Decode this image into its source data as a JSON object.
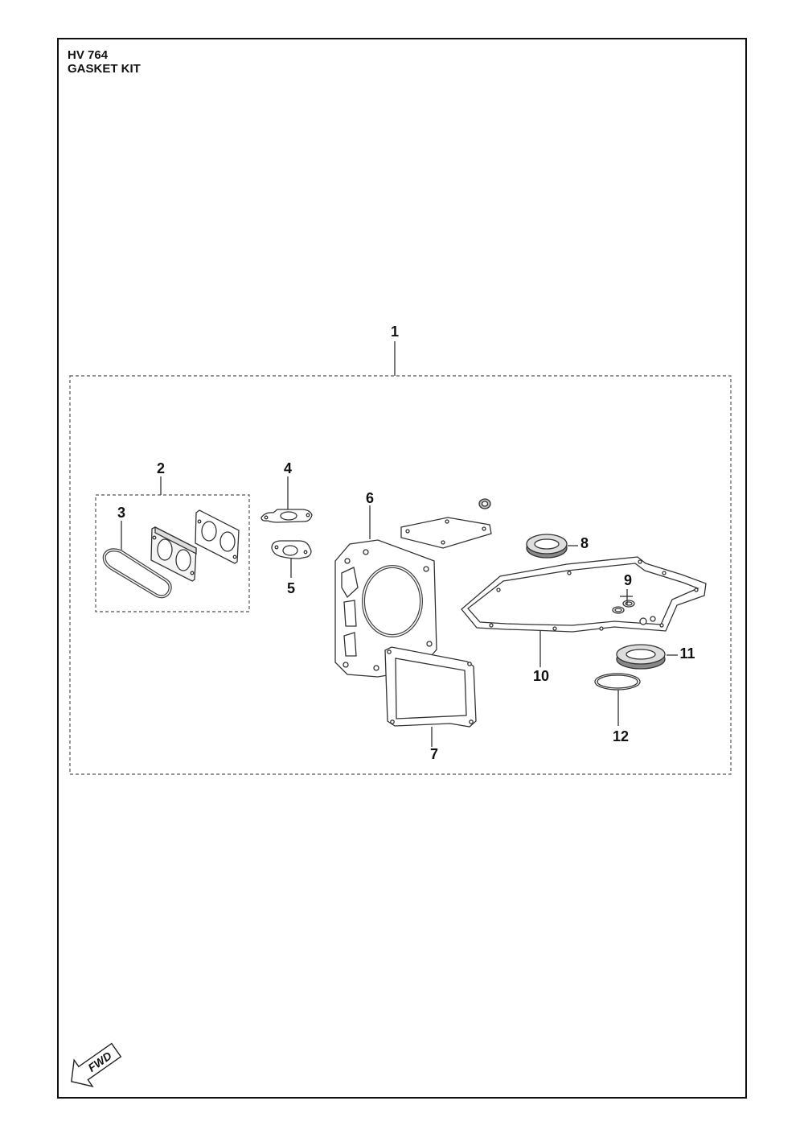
{
  "header": {
    "model": "HV 764",
    "title": "GASKET KIT"
  },
  "callouts": {
    "c1": "1",
    "c2": "2",
    "c3": "3",
    "c4": "4",
    "c5": "5",
    "c6": "6",
    "c7": "7",
    "c8": "8",
    "c9": "9",
    "c10": "10",
    "c11": "11",
    "c12": "12"
  },
  "direction": {
    "label": "FWD",
    "icon": "fwd-arrow-icon"
  }
}
